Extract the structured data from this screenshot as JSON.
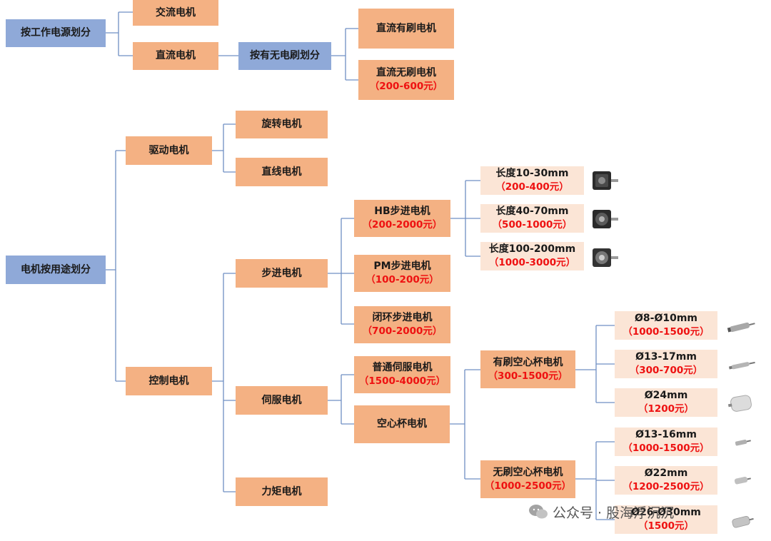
{
  "power_section": {
    "root": "按工作电源划分",
    "ac": "交流电机",
    "dc": "直流电机",
    "brush_split": "按有无电刷划分",
    "brushed_dc": "直流有刷电机",
    "brushless_dc": {
      "label": "直流无刷电机",
      "price": "（200-600元）"
    }
  },
  "usage_section": {
    "root": "电机按用途划分",
    "drive": "驱动电机",
    "rotary": "旋转电机",
    "linear": "直线电机",
    "control": "控制电机",
    "stepper": "步进电机",
    "servo": "伺服电机",
    "torque": "力矩电机",
    "hb_stepper": {
      "label": "HB步进电机",
      "price": "（200-2000元）"
    },
    "pm_stepper": {
      "label": "PM步进电机",
      "price": "（100-200元）"
    },
    "closed_loop_stepper": {
      "label": "闭环步进电机",
      "price": "（700-2000元）"
    },
    "hb_lengths": [
      {
        "label": "长度10-30mm",
        "price": "（200-400元）"
      },
      {
        "label": "长度40-70mm",
        "price": "（500-1000元）"
      },
      {
        "label": "长度100-200mm",
        "price": "（1000-3000元）"
      }
    ],
    "normal_servo": {
      "label": "普通伺服电机",
      "price": "（1500-4000元）"
    },
    "coreless": "空心杯电机",
    "brushed_coreless": {
      "label": "有刷空心杯电机",
      "price": "（300-1500元）"
    },
    "brushless_coreless": {
      "label": "无刷空心杯电机",
      "price": "（1000-2500元）"
    },
    "brushed_sizes": [
      {
        "label": "Ø8-Ø10mm",
        "price": "（1000-1500元）"
      },
      {
        "label": "Ø13-17mm",
        "price": "（300-700元）"
      },
      {
        "label": "Ø24mm",
        "price": "（1200元）"
      }
    ],
    "brushless_sizes": [
      {
        "label": "Ø13-16mm",
        "price": "（1000-1500元）"
      },
      {
        "label": "Ø22mm",
        "price": "（1200-2500元）"
      },
      {
        "label": "Ø26-Ø30mm",
        "price": "（1500元）"
      }
    ]
  },
  "watermark": "公众号 · 股海浮沉沉",
  "icons": [
    "stepper-motor-icon",
    "coreless-motor-icon"
  ],
  "colors": {
    "blue": "#8fa9d8",
    "orange": "#f4b183",
    "pink": "#fbe5d6",
    "price": "#ee1111",
    "line": "#6f8fc4"
  }
}
